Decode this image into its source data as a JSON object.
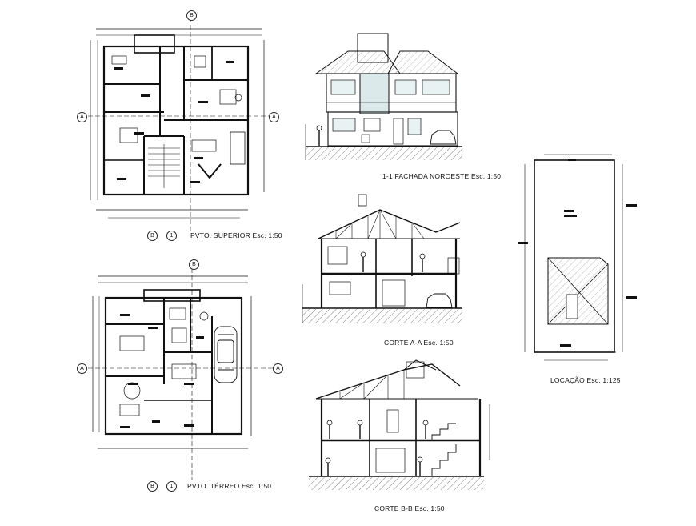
{
  "drawings": {
    "upper_floor": {
      "title": "PVTO. SUPERIOR Esc. 1:50"
    },
    "ground_floor": {
      "title": "PVTO. TÉRREO Esc. 1:50"
    },
    "facade": {
      "title": "1-1 FACHADA NOROESTE Esc. 1:50"
    },
    "section_aa": {
      "title": "CORTE A-A Esc. 1:50"
    },
    "section_bb": {
      "title": "CORTE B-B Esc. 1:50"
    },
    "site": {
      "title": "LOCAÇÃO Esc. 1:125"
    }
  },
  "markers": {
    "a": "A",
    "b": "B",
    "one": "1"
  }
}
